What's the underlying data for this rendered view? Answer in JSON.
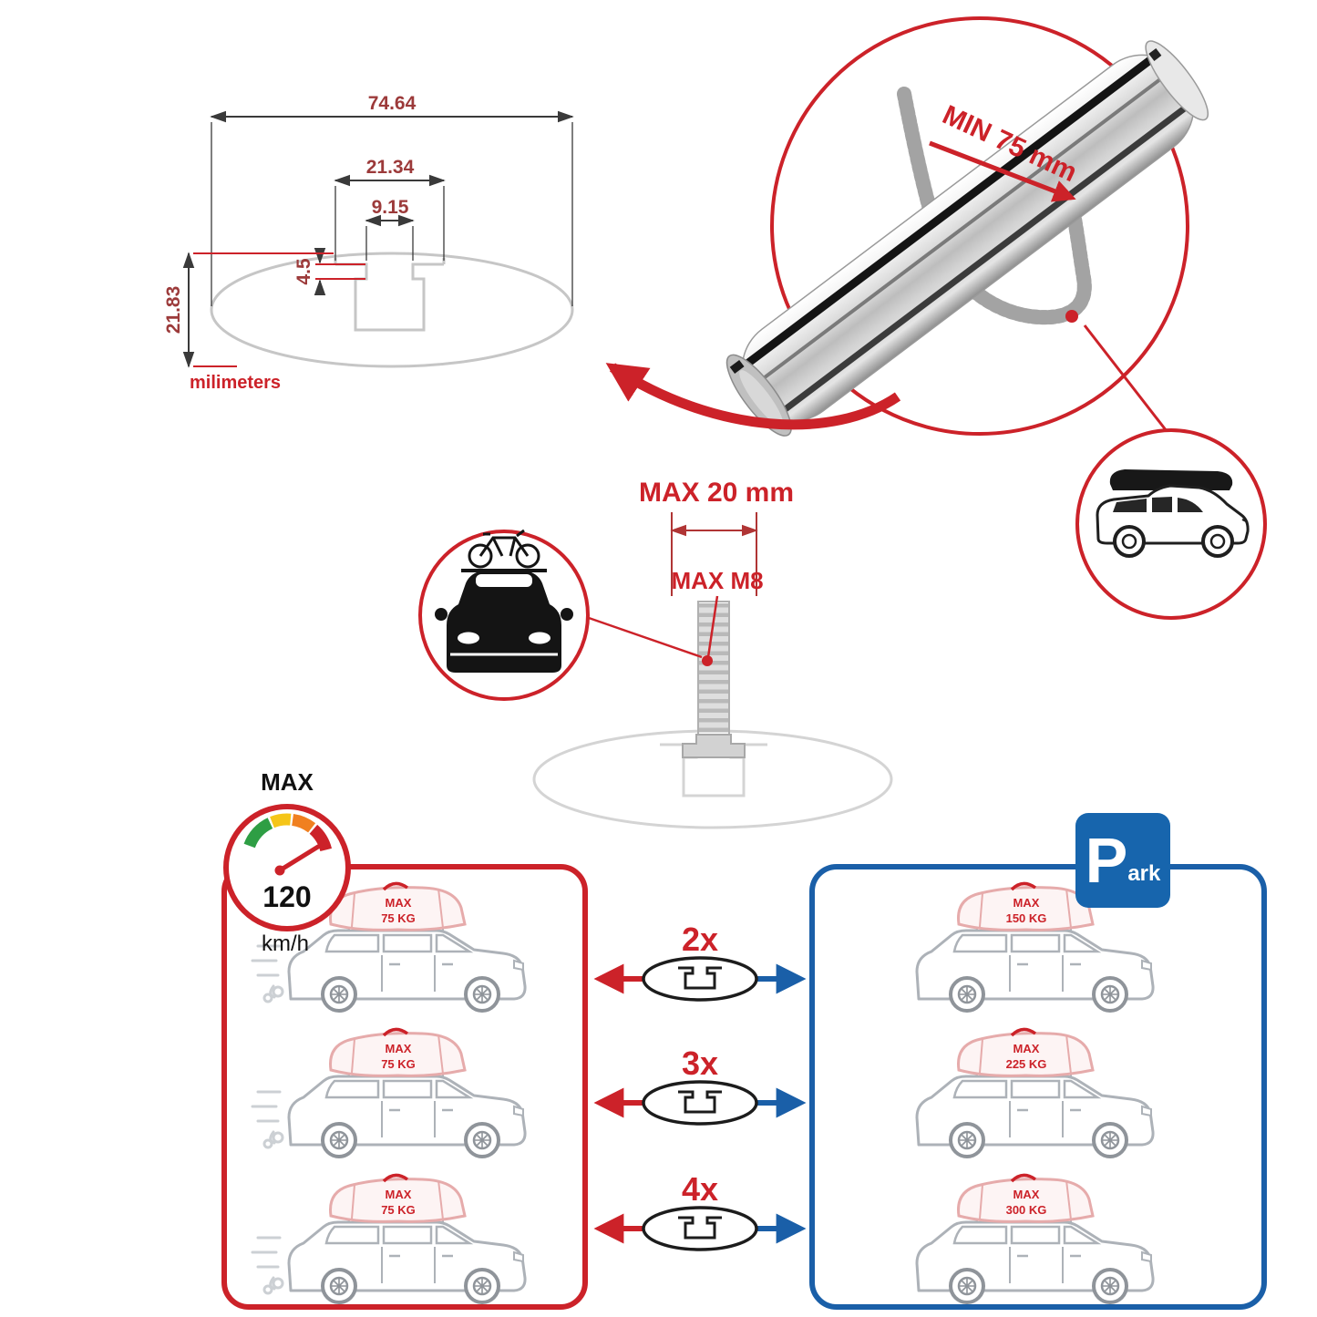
{
  "cross_section": {
    "overall_width": "74.64",
    "channel_width": "21.34",
    "slot_width": "9.15",
    "lip_depth": "4.5",
    "profile_height": "21.83",
    "units_label": "milimeters"
  },
  "bar_detail": {
    "clamp_min_label": "MIN 75 mm"
  },
  "bolt_detail": {
    "max_width_label": "MAX 20 mm",
    "max_thread_label": "MAX M8"
  },
  "speedometer": {
    "title": "MAX",
    "value": "120",
    "unit": "km/h"
  },
  "multipliers": [
    {
      "label": "2x"
    },
    {
      "label": "3x"
    },
    {
      "label": "4x"
    }
  ],
  "driving_panel": {
    "cars": [
      {
        "tag": "MAX",
        "weight": "75 KG"
      },
      {
        "tag": "MAX",
        "weight": "75 KG"
      },
      {
        "tag": "MAX",
        "weight": "75 KG"
      }
    ]
  },
  "parking_panel": {
    "sign": {
      "letter": "P",
      "rest": "ark"
    },
    "cars": [
      {
        "tag": "MAX",
        "weight": "150 KG"
      },
      {
        "tag": "MAX",
        "weight": "225 KG"
      },
      {
        "tag": "MAX",
        "weight": "300 KG"
      }
    ]
  },
  "colors": {
    "red": "#cc2229",
    "blue": "#1a5fa8"
  }
}
